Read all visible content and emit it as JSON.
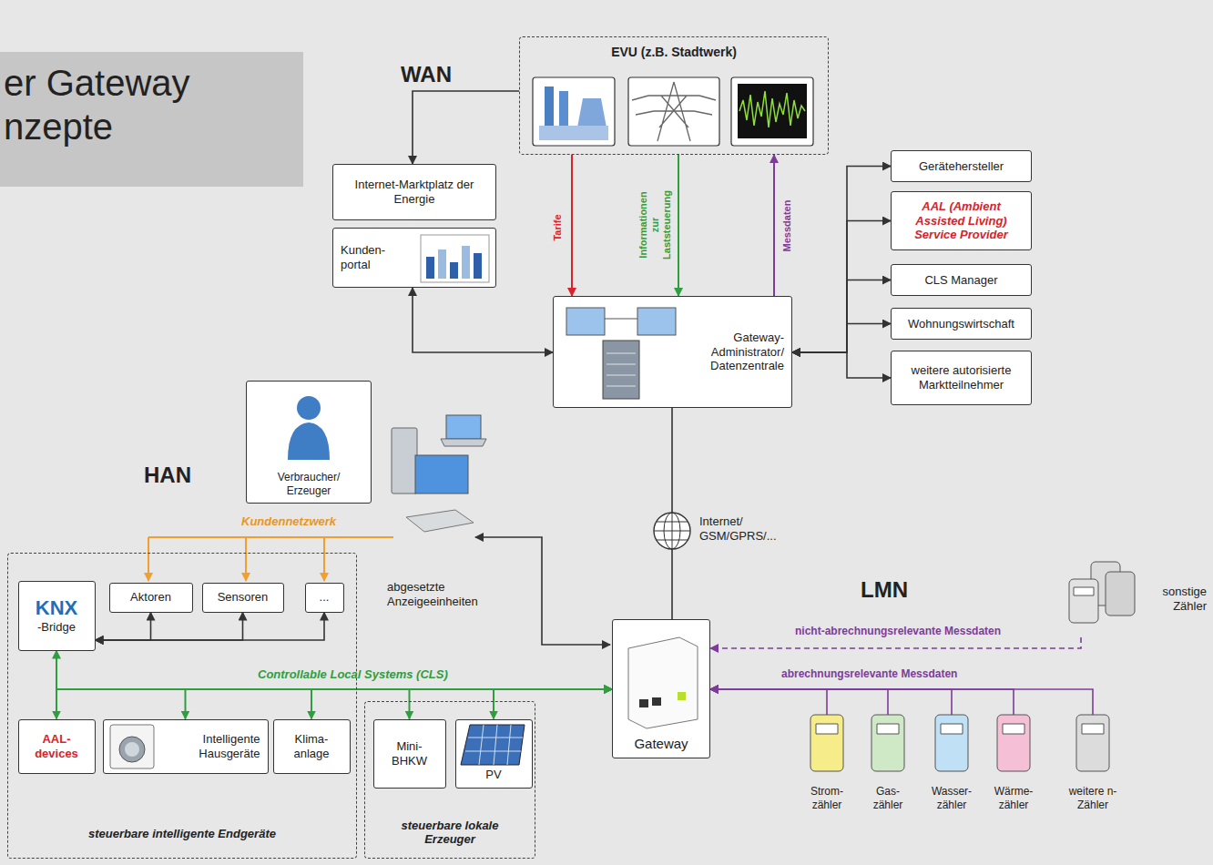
{
  "diagram": {
    "title": "er Gateway nzepte",
    "nodes": [
      {
        "text": [
          "EVU (z.B. Stadtwerk)"
        ]
      },
      {
        "text": [
          "Internet-Marktplatz der Energie"
        ]
      },
      {
        "text": [
          "Kunden- portal"
        ]
      },
      {
        "text": [
          "Gateway- Administrator/ Datenzentrale"
        ]
      },
      {
        "text": [
          "Gerätehersteller"
        ]
      },
      {
        "text": [
          "AAL (Ambient Assisted Living) Service Provider"
        ]
      },
      {
        "text": [
          "CLS Manager"
        ]
      },
      {
        "text": [
          "Wohnungswirtschaft"
        ]
      },
      {
        "text": [
          "weitere autorisierte Marktteilnehmer"
        ]
      },
      {
        "text": [
          "Verbraucher/ Erzeuger"
        ]
      },
      {
        "text": [
          "steuerbare intelligente Endgeräte"
        ]
      },
      {
        "text": [
          "KNX",
          "-Bridge"
        ],
        "in": 10
      },
      {
        "text": [
          "Aktoren"
        ],
        "in": 10
      },
      {
        "text": [
          "Sensoren"
        ],
        "in": 10
      },
      {
        "text": [
          "..."
        ],
        "in": 10
      },
      {
        "text": [
          "AAL- devices"
        ],
        "in": 10
      },
      {
        "text": [
          "Intelligente Hausgeräte"
        ],
        "in": 10
      },
      {
        "text": [
          "Klima- anlage"
        ],
        "in": 10
      },
      {
        "text": [
          "steuerbare lokale Erzeuger"
        ]
      },
      {
        "text": [
          "Mini- BHKW"
        ],
        "in": 18
      },
      {
        "text": [
          "PV"
        ],
        "in": 18
      },
      {
        "text": [
          "Gateway"
        ]
      },
      {
        "text": [
          "Strom- zähler"
        ]
      },
      {
        "text": [
          "Gas- zähler"
        ]
      },
      {
        "text": [
          "Wasser- zähler"
        ]
      },
      {
        "text": [
          "Wärme- zähler"
        ]
      },
      {
        "text": [
          "weitere n-Zähler"
        ]
      },
      {
        "text": [
          "sonstige Zähler"
        ]
      }
    ],
    "edges": [
      {
        "from": 0,
        "to": 3,
        "label": "Tarife",
        "arrow": "to"
      },
      {
        "from": 0,
        "to": 3,
        "label": "Informationen zur Laststeuerung",
        "arrow": "to"
      },
      {
        "from": 3,
        "to": 0,
        "label": "Messdaten",
        "arrow": "to"
      },
      {
        "from": 0,
        "to": 1,
        "arrow": "to"
      },
      {
        "from": 2,
        "to": 3,
        "arrow": "both"
      },
      {
        "from": 3,
        "to": 4,
        "arrow": "both"
      },
      {
        "from": 3,
        "to": 5,
        "arrow": "both"
      },
      {
        "from": 3,
        "to": 6,
        "arrow": "both"
      },
      {
        "from": 3,
        "to": 7,
        "arrow": "both"
      },
      {
        "from": 3,
        "to": 8,
        "arrow": "both"
      },
      {
        "from": 3,
        "to": 21,
        "arrow": "none"
      },
      {
        "from": 11,
        "to": 12,
        "arrow": "both"
      },
      {
        "from": 11,
        "to": 13,
        "arrow": "both"
      },
      {
        "from": 11,
        "to": 14,
        "arrow": "both"
      },
      {
        "from": 21,
        "to": 11,
        "arrow": "both"
      },
      {
        "from": 21,
        "to": 15,
        "arrow": "both"
      },
      {
        "from": 21,
        "to": 16,
        "arrow": "both"
      },
      {
        "from": 21,
        "to": 17,
        "arrow": "both"
      },
      {
        "from": 21,
        "to": 19,
        "arrow": "both"
      },
      {
        "from": 21,
        "to": 20,
        "arrow": "both"
      },
      {
        "from": 22,
        "to": 21,
        "arrow": "to"
      },
      {
        "from": 23,
        "to": 21,
        "arrow": "to"
      },
      {
        "from": 24,
        "to": 21,
        "arrow": "to"
      },
      {
        "from": 25,
        "to": 21,
        "arrow": "to"
      },
      {
        "from": 26,
        "to": 21,
        "arrow": "to"
      },
      {
        "from": 27,
        "to": 21,
        "arrow": "to"
      }
    ],
    "labels": [
      "WAN",
      "HAN",
      "LMN",
      "Kundennetzwerk",
      "Controllable Local Systems (CLS)",
      "Internet/ GSM/GPRS/...",
      "abgesetzte Anzeigeeinheiten",
      "nicht-abrechnungsrelevante Messdaten",
      "abrechnungsrelevante Messdaten"
    ]
  }
}
